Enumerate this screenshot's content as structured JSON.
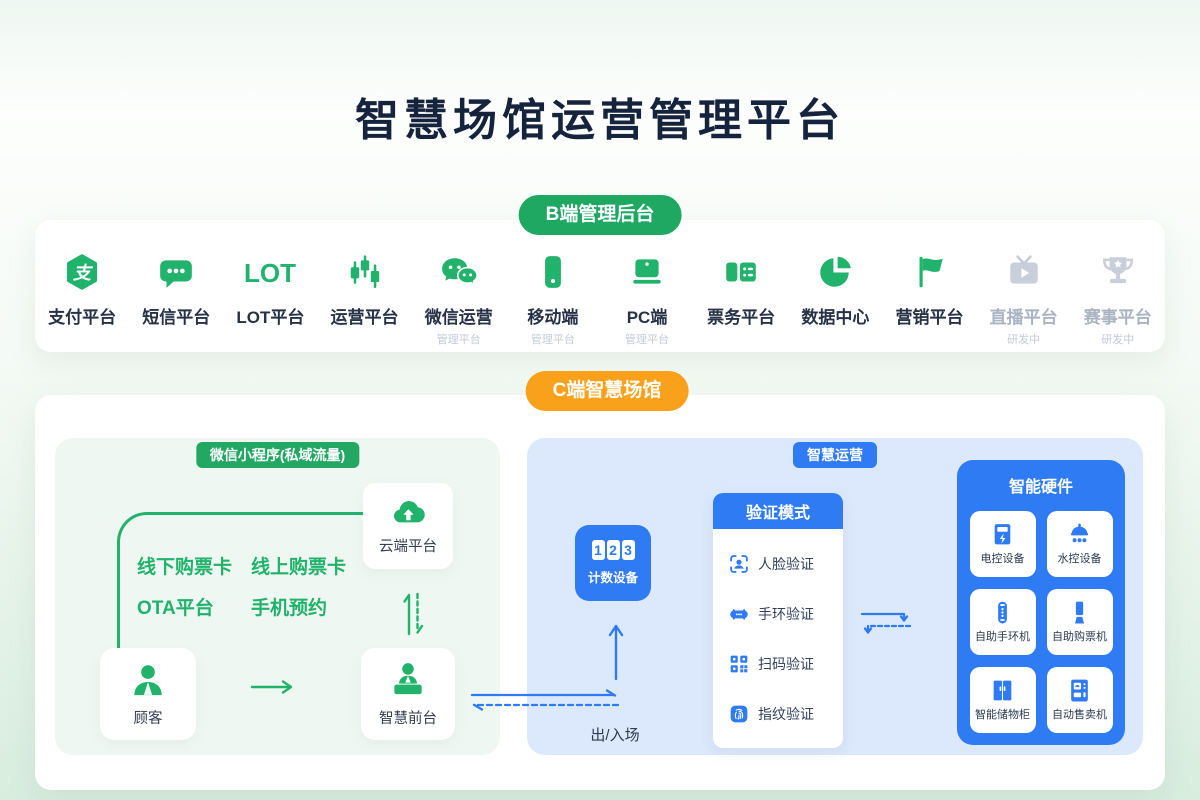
{
  "title": "智慧场馆运营管理平台",
  "colors": {
    "green": "#21b26b",
    "badge_green": "#1fa862",
    "orange": "#f9a11b",
    "blue": "#2f7bf4",
    "panel_green": "#eff7f2",
    "panel_blue": "#dce8fb",
    "disabled_gray": "#c9cfda"
  },
  "b_section": {
    "badge": "B端管理后台",
    "items": [
      {
        "label": "支付平台",
        "icon": "alipay-icon"
      },
      {
        "label": "短信平台",
        "icon": "sms-icon"
      },
      {
        "label": "LOT平台",
        "icon": "lot-icon"
      },
      {
        "label": "运营平台",
        "icon": "candlestick-icon"
      },
      {
        "label": "微信运营",
        "sublabel": "管理平台",
        "icon": "wechat-icon"
      },
      {
        "label": "移动端",
        "sublabel": "管理平台",
        "icon": "mobile-icon"
      },
      {
        "label": "PC端",
        "sublabel": "管理平台",
        "icon": "monitor-icon"
      },
      {
        "label": "票务平台",
        "icon": "ticket-icon"
      },
      {
        "label": "数据中心",
        "icon": "pie-chart-icon"
      },
      {
        "label": "营销平台",
        "icon": "flag-icon"
      },
      {
        "label": "直播平台",
        "sublabel": "研发中",
        "icon": "live-tv-icon",
        "disabled": true
      },
      {
        "label": "赛事平台",
        "sublabel": "研发中",
        "icon": "trophy-icon",
        "disabled": true
      }
    ]
  },
  "c_section": {
    "badge": "C端智慧场馆",
    "wechat_panel": {
      "badge": "微信小程序(私域流量)",
      "labels": [
        "线下购票卡",
        "线上购票卡",
        "OTA平台",
        "手机预约"
      ],
      "cloud_card": "云端平台",
      "customer_card": "顾客",
      "frontdesk_card": "智慧前台"
    },
    "smart_panel": {
      "badge": "智慧运营",
      "counter_card": "计数设备",
      "counter_digits": [
        "1",
        "2",
        "3"
      ],
      "gate_label": "出/入场",
      "verify_card": {
        "title": "验证模式",
        "items": [
          {
            "label": "人脸验证",
            "icon": "face-scan-icon"
          },
          {
            "label": "手环验证",
            "icon": "wristband-icon"
          },
          {
            "label": "扫码验证",
            "icon": "qr-code-icon"
          },
          {
            "label": "指纹验证",
            "icon": "fingerprint-icon"
          }
        ]
      },
      "hardware_card": {
        "title": "智能硬件",
        "items": [
          {
            "label": "电控设备",
            "icon": "electric-device-icon"
          },
          {
            "label": "水控设备",
            "icon": "water-device-icon"
          },
          {
            "label": "自助手环机",
            "icon": "wristband-kiosk-icon"
          },
          {
            "label": "自助购票机",
            "icon": "ticket-kiosk-icon"
          },
          {
            "label": "智能储物柜",
            "icon": "locker-icon"
          },
          {
            "label": "自动售卖机",
            "icon": "vending-icon"
          }
        ]
      }
    }
  }
}
